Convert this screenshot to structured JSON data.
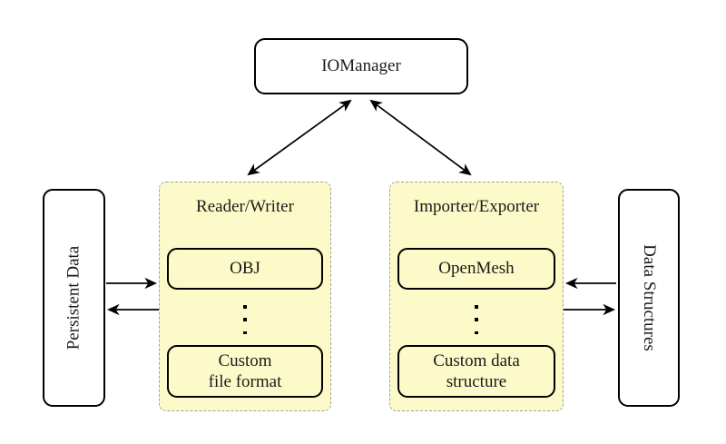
{
  "nodes": {
    "iomanager": "IOManager",
    "persistent_data": "Persistent Data",
    "data_structures": "Data Structures",
    "reader_writer": {
      "label": "Reader/Writer",
      "item_top": "OBJ",
      "dots_icon": "vertical-ellipsis-icon",
      "item_bottom": "Custom\nfile format"
    },
    "importer_exporter": {
      "label": "Importer/Exporter",
      "item_top": "OpenMesh",
      "dots_icon": "vertical-ellipsis-icon",
      "item_bottom": "Custom data\nstructure"
    }
  },
  "arrows": [
    {
      "name": "iomanager-readerwriter",
      "direction": "both"
    },
    {
      "name": "iomanager-importerexporter",
      "direction": "both"
    },
    {
      "name": "persistentdata-to-readerwriter",
      "direction": "right"
    },
    {
      "name": "readerwriter-to-persistentdata",
      "direction": "left"
    },
    {
      "name": "datastructures-to-importerexporter",
      "direction": "left"
    },
    {
      "name": "importerexporter-to-datastructures",
      "direction": "right"
    }
  ],
  "colors": {
    "background": "#ffffff",
    "group_fill": "#fcfac8",
    "group_border": "#a0a0a0",
    "node_border": "#000000",
    "node_fill": "#ffffff",
    "arrow": "#000000"
  }
}
